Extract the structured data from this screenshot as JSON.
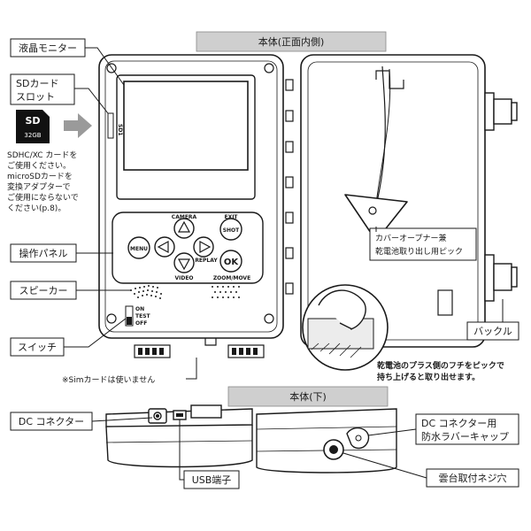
{
  "headers": {
    "front_inner": "本体(正面内側)",
    "bottom": "本体(下)"
  },
  "callouts": {
    "lcd_monitor": "液晶モニター",
    "sd_slot_line1": "SDカード",
    "sd_slot_line2": "スロット",
    "operation_panel": "操作パネル",
    "speaker": "スピーカー",
    "switch": "スイッチ",
    "dc_connector": "DC コネクター",
    "usb_port": "USB端子",
    "buckle": "バックル",
    "dc_cap_line1": "DC コネクター用",
    "dc_cap_line2": "防水ラバーキャップ",
    "tripod_hole": "雲台取付ネジ穴",
    "cover_opener_line1": "カバーオープナー兼",
    "cover_opener_line2": "乾電池取り出し用ピック"
  },
  "sd_card": {
    "logo": "SD",
    "capacity": "32GB"
  },
  "sd_note": [
    "SDHC/XC カードを",
    "ご使用ください。",
    "microSDカードを",
    "変換アダプターで",
    "ご使用にならないで",
    "ください(p.8)。"
  ],
  "sim_note": "※Simカードは使いません",
  "battery_note_line1": "乾電池のプラス側のフチをピックで",
  "battery_note_line2": "持ち上げると取り出せます。",
  "slot_mark": "SD1",
  "panel_buttons": {
    "camera": "CAMERA",
    "exit": "EXIT",
    "menu": "MENU",
    "shot": "SHOT",
    "replay": "REPLAY",
    "video": "VIDEO",
    "ok": "OK",
    "zoom_move": "ZOOM/MOVE"
  },
  "switch_positions": [
    "ON",
    "TEST",
    "OFF"
  ],
  "colors": {
    "header_fill": "#cfcfcf",
    "arrow_gray": "#9a9a9a",
    "line": "#1a1a1a",
    "sd_black": "#111111"
  }
}
